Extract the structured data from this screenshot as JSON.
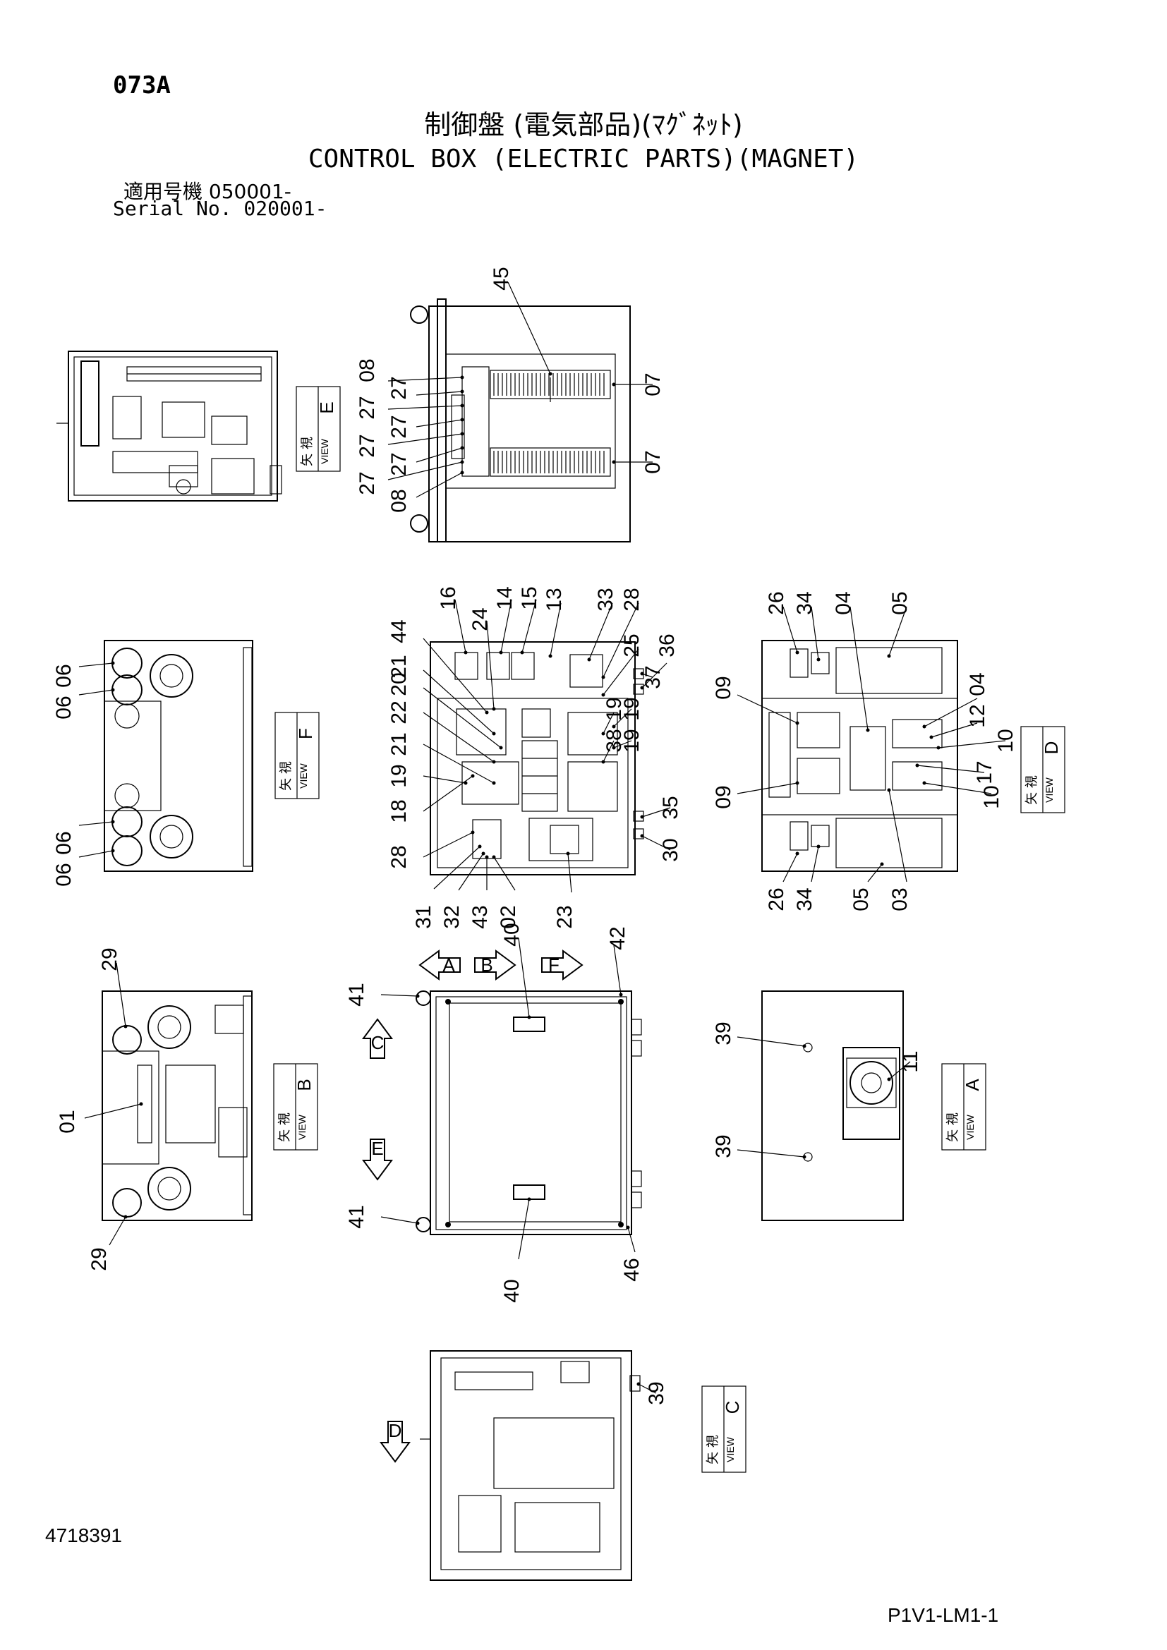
{
  "header": {
    "page_code": "073A",
    "title_jp": "制御盤 (電気部品)(ﾏｸﾞﾈｯﾄ)",
    "title_en": "CONTROL BOX (ELECTRIC PARTS)(MAGNET)",
    "serial_jp": "適用号機 050001-",
    "serial_en": "Serial No. 020001-"
  },
  "footer": {
    "part_number": "4718391",
    "sheet_id": "P1V1-LM1-1"
  },
  "view_labels": {
    "jp": "矢 視",
    "en": "VIEW",
    "E": "E",
    "F": "F",
    "D": "D",
    "B": "B",
    "A": "A",
    "C": "C"
  },
  "arrow_letters": [
    "A",
    "B",
    "F",
    "C",
    "E",
    "D"
  ],
  "callouts": {
    "top_center": [
      "45",
      "08",
      "27",
      "27",
      "27",
      "27",
      "27",
      "27",
      "08",
      "07",
      "07"
    ],
    "mid_left": [
      "06",
      "06",
      "06",
      "06"
    ],
    "mid_center": [
      "16",
      "24",
      "14",
      "15",
      "13",
      "33",
      "28",
      "25",
      "37",
      "36",
      "44",
      "21",
      "20",
      "22",
      "21",
      "19",
      "18",
      "28",
      "19",
      "19",
      "19",
      "38",
      "35",
      "30",
      "31",
      "32",
      "43",
      "02",
      "23"
    ],
    "mid_right": [
      "26",
      "34",
      "04",
      "05",
      "09",
      "04",
      "12",
      "10",
      "17",
      "09",
      "10",
      "26",
      "34",
      "05",
      "03"
    ],
    "lower_left": [
      "29",
      "01",
      "29"
    ],
    "lower_center": [
      "41",
      "40",
      "42",
      "41",
      "40",
      "46"
    ],
    "lower_right": [
      "39",
      "11",
      "39"
    ],
    "bottom": [
      "39"
    ]
  }
}
